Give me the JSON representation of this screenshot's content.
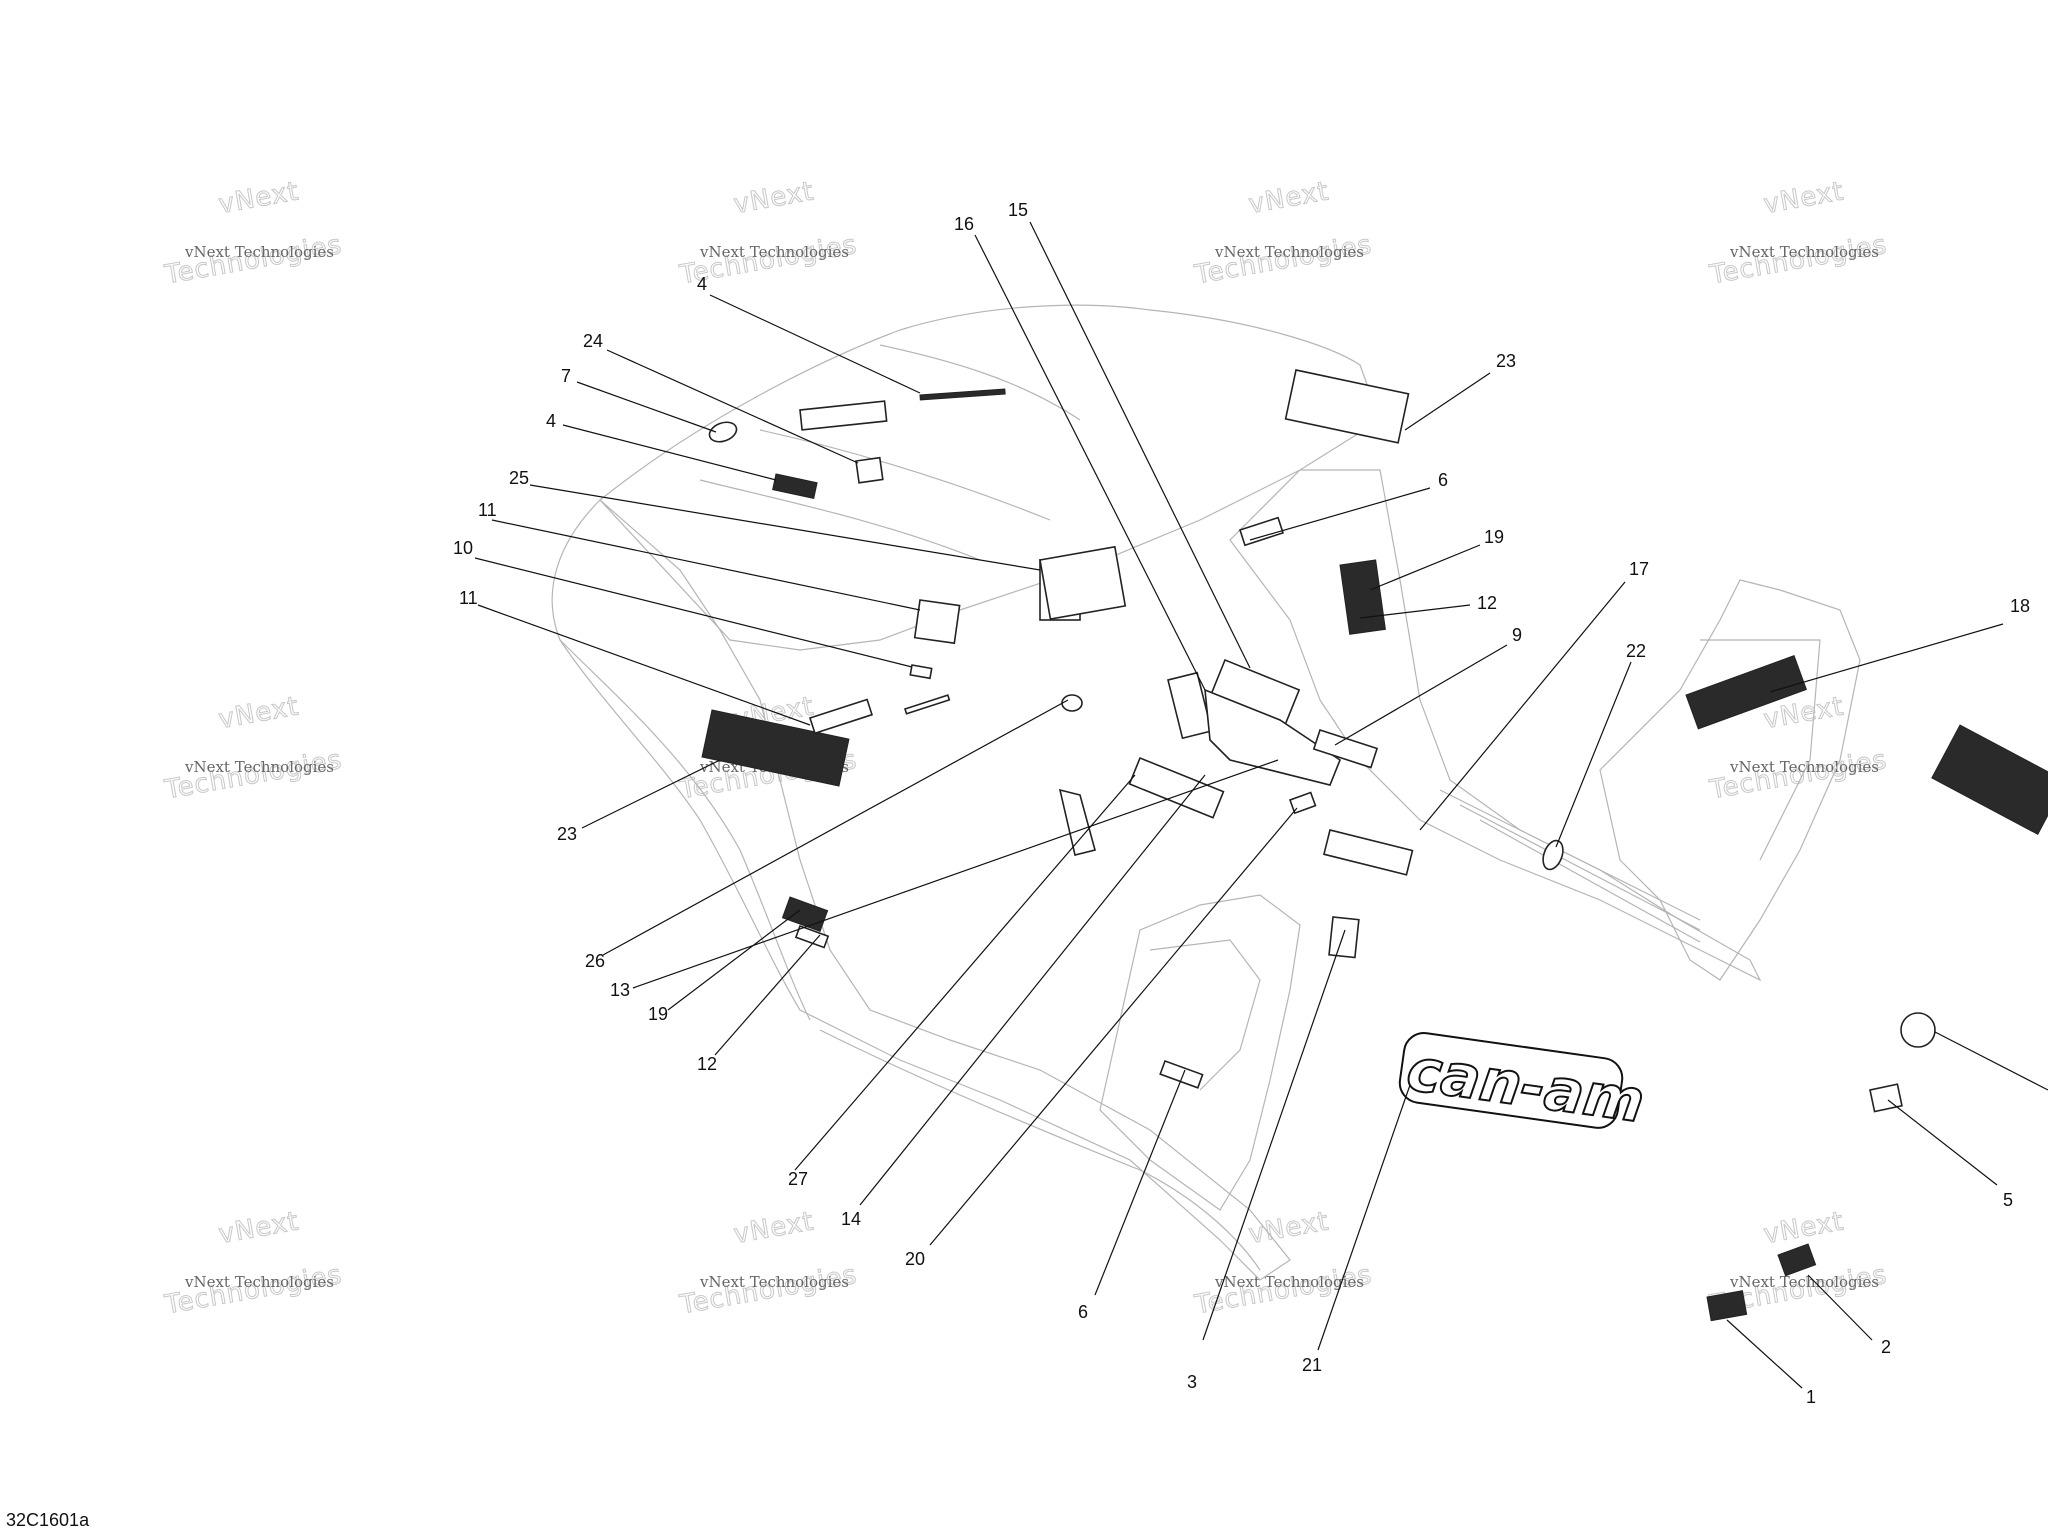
{
  "diagram": {
    "reference_code": "32C1601a",
    "watermark": {
      "small": "vNext Technologies",
      "big": "Technologies",
      "top": "vNext"
    },
    "logo_text": "can-am",
    "callouts": [
      "1",
      "2",
      "3",
      "4",
      "4",
      "5",
      "6",
      "6",
      "7",
      "9",
      "10",
      "11",
      "11",
      "12",
      "12",
      "13",
      "14",
      "15",
      "16",
      "17",
      "18",
      "19",
      "19",
      "20",
      "21",
      "22",
      "23",
      "23",
      "24",
      "25",
      "26",
      "27"
    ]
  }
}
